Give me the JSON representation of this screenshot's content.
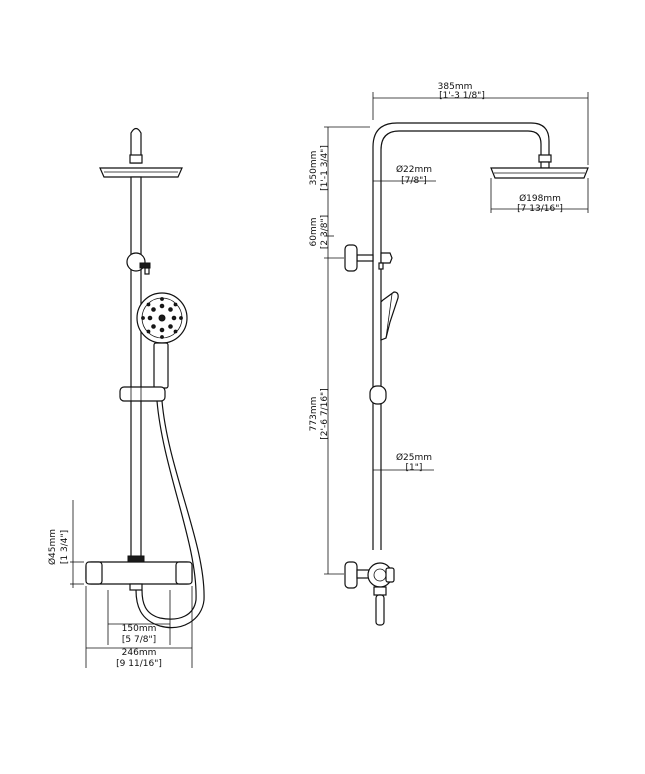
{
  "dimensions": {
    "head_to_head_width": {
      "metric": "385mm",
      "imperial": "[1'-3 1/8\"]"
    },
    "arm_drop": {
      "metric": "350mm",
      "imperial": "[1'-1 3/4\"]"
    },
    "arm_tube_diameter": {
      "metric": "Ø22mm",
      "imperial": "[7/8\"]"
    },
    "head_diameter": {
      "metric": "Ø198mm",
      "imperial": "[7 13/16\"]"
    },
    "bracket_spacing": {
      "metric": "60mm",
      "imperial": "[2 3/8\"]"
    },
    "riser_length": {
      "metric": "773mm",
      "imperial": "[2'-6 7/16\"]"
    },
    "riser_diameter": {
      "metric": "Ø25mm",
      "imperial": "[1\"]"
    },
    "mixer_height": {
      "metric": "Ø45mm",
      "imperial": "[1 3/4\"]"
    },
    "inlet_centres": {
      "metric": "150mm",
      "imperial": "[5 7/8\"]"
    },
    "mixer_width": {
      "metric": "246mm",
      "imperial": "[9 11/16\"]"
    }
  }
}
